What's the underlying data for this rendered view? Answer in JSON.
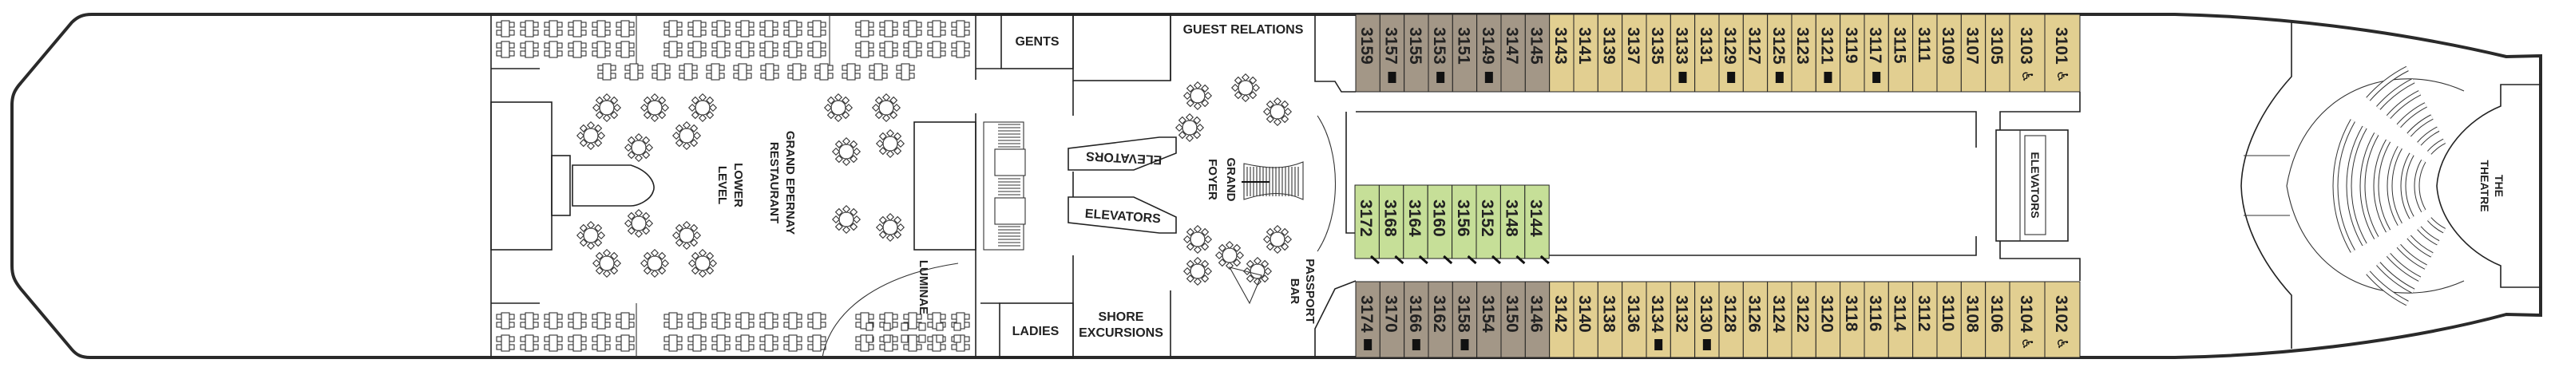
{
  "colors": {
    "deluxe_taupe": "#a39787",
    "standard_tan": "#e2cf91",
    "inside_green": "#c6df98",
    "line": "#222222"
  },
  "labels": {
    "gents": "GENTS",
    "ladies": "LADIES",
    "guest_relations": "GUEST RELATIONS",
    "shore_excursions_1": "SHORE",
    "shore_excursions_2": "EXCURSIONS",
    "elevators_aft_upper": "ELEVATORS",
    "elevators_aft_lower": "ELEVATORS",
    "elevators_fwd": "ELEVATORS",
    "grand_foyer_1": "GRAND",
    "grand_foyer_2": "FOYER",
    "passport_bar_1": "PASSPORT",
    "passport_bar_2": "BAR",
    "restaurant_1": "GRAND EPERNAY",
    "restaurant_2": "RESTAURANT",
    "lower_level_1": "LOWER",
    "lower_level_2": "LEVEL",
    "luminae": "LUMINAE",
    "theatre_1": "THE",
    "theatre_2": "THEATRE"
  },
  "cabins_top": [
    {
      "number": "3159",
      "category": "deluxe_taupe"
    },
    {
      "number": "3157",
      "category": "deluxe_taupe",
      "marker": true
    },
    {
      "number": "3155",
      "category": "deluxe_taupe"
    },
    {
      "number": "3153",
      "category": "deluxe_taupe",
      "marker": true
    },
    {
      "number": "3151",
      "category": "deluxe_taupe"
    },
    {
      "number": "3149",
      "category": "deluxe_taupe",
      "marker": true
    },
    {
      "number": "3147",
      "category": "deluxe_taupe"
    },
    {
      "number": "3145",
      "category": "deluxe_taupe"
    },
    {
      "number": "3143",
      "category": "standard_tan"
    },
    {
      "number": "3141",
      "category": "standard_tan"
    },
    {
      "number": "3139",
      "category": "standard_tan"
    },
    {
      "number": "3137",
      "category": "standard_tan"
    },
    {
      "number": "3135",
      "category": "standard_tan"
    },
    {
      "number": "3133",
      "category": "standard_tan",
      "marker": true
    },
    {
      "number": "3131",
      "category": "standard_tan"
    },
    {
      "number": "3129",
      "category": "standard_tan",
      "marker": true
    },
    {
      "number": "3127",
      "category": "standard_tan"
    },
    {
      "number": "3125",
      "category": "standard_tan",
      "marker": true
    },
    {
      "number": "3123",
      "category": "standard_tan"
    },
    {
      "number": "3121",
      "category": "standard_tan",
      "marker": true
    },
    {
      "number": "3119",
      "category": "standard_tan"
    },
    {
      "number": "3117",
      "category": "standard_tan",
      "marker": true
    },
    {
      "number": "3115",
      "category": "standard_tan"
    },
    {
      "number": "3111",
      "category": "standard_tan"
    },
    {
      "number": "3109",
      "category": "standard_tan"
    },
    {
      "number": "3107",
      "category": "standard_tan"
    },
    {
      "number": "3105",
      "category": "standard_tan"
    },
    {
      "number": "3103",
      "category": "standard_tan",
      "accessible": true
    },
    {
      "number": "3101",
      "category": "standard_tan",
      "accessible": true
    }
  ],
  "cabins_bottom": [
    {
      "number": "3174",
      "category": "deluxe_taupe",
      "marker": true
    },
    {
      "number": "3170",
      "category": "deluxe_taupe"
    },
    {
      "number": "3166",
      "category": "deluxe_taupe",
      "marker": true
    },
    {
      "number": "3162",
      "category": "deluxe_taupe"
    },
    {
      "number": "3158",
      "category": "deluxe_taupe",
      "marker": true
    },
    {
      "number": "3154",
      "category": "deluxe_taupe"
    },
    {
      "number": "3150",
      "category": "deluxe_taupe"
    },
    {
      "number": "3146",
      "category": "deluxe_taupe"
    },
    {
      "number": "3142",
      "category": "standard_tan"
    },
    {
      "number": "3140",
      "category": "standard_tan"
    },
    {
      "number": "3138",
      "category": "standard_tan"
    },
    {
      "number": "3136",
      "category": "standard_tan"
    },
    {
      "number": "3134",
      "category": "standard_tan",
      "marker": true
    },
    {
      "number": "3132",
      "category": "standard_tan"
    },
    {
      "number": "3130",
      "category": "standard_tan",
      "marker": true
    },
    {
      "number": "3128",
      "category": "standard_tan"
    },
    {
      "number": "3126",
      "category": "standard_tan"
    },
    {
      "number": "3124",
      "category": "standard_tan"
    },
    {
      "number": "3122",
      "category": "standard_tan"
    },
    {
      "number": "3120",
      "category": "standard_tan"
    },
    {
      "number": "3118",
      "category": "standard_tan"
    },
    {
      "number": "3116",
      "category": "standard_tan"
    },
    {
      "number": "3114",
      "category": "standard_tan"
    },
    {
      "number": "3112",
      "category": "standard_tan"
    },
    {
      "number": "3110",
      "category": "standard_tan"
    },
    {
      "number": "3108",
      "category": "standard_tan"
    },
    {
      "number": "3106",
      "category": "standard_tan"
    },
    {
      "number": "3104",
      "category": "standard_tan",
      "accessible": true
    },
    {
      "number": "3102",
      "category": "standard_tan",
      "accessible": true
    }
  ],
  "cabins_inside": [
    {
      "number": "3172",
      "category": "inside_green"
    },
    {
      "number": "3168",
      "category": "inside_green"
    },
    {
      "number": "3164",
      "category": "inside_green"
    },
    {
      "number": "3160",
      "category": "inside_green"
    },
    {
      "number": "3156",
      "category": "inside_green"
    },
    {
      "number": "3152",
      "category": "inside_green"
    },
    {
      "number": "3148",
      "category": "inside_green"
    },
    {
      "number": "3144",
      "category": "inside_green"
    }
  ],
  "icons": {
    "marker": "connecting-cabin-marker-icon",
    "accessible": "wheelchair-accessible-icon"
  }
}
